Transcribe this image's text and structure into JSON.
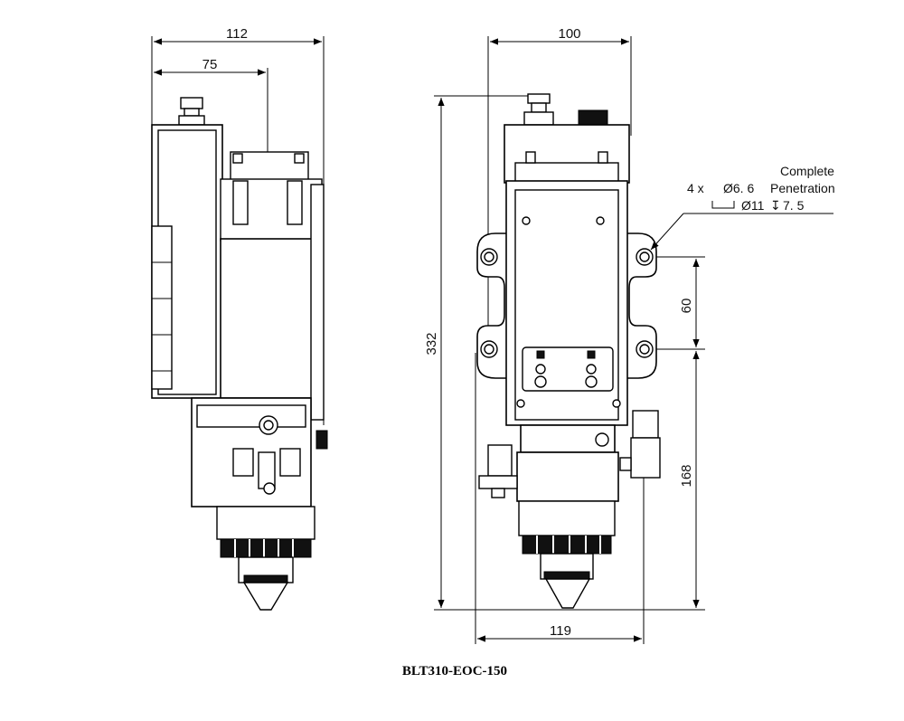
{
  "dimensions": {
    "side_width": "112",
    "side_offset": "75",
    "front_width": "100",
    "total_height": "332",
    "hole_spacing": "60",
    "lower_height": "168",
    "bottom_width": "119"
  },
  "hole_note": {
    "count": "4 x",
    "diameter": "Ø6. 6",
    "line1": "Complete",
    "line2": "Penetration",
    "counterbore": "Ø11",
    "depth_symbol": "↧",
    "depth": "7. 5"
  },
  "caption": "BLT310-EOC-150"
}
